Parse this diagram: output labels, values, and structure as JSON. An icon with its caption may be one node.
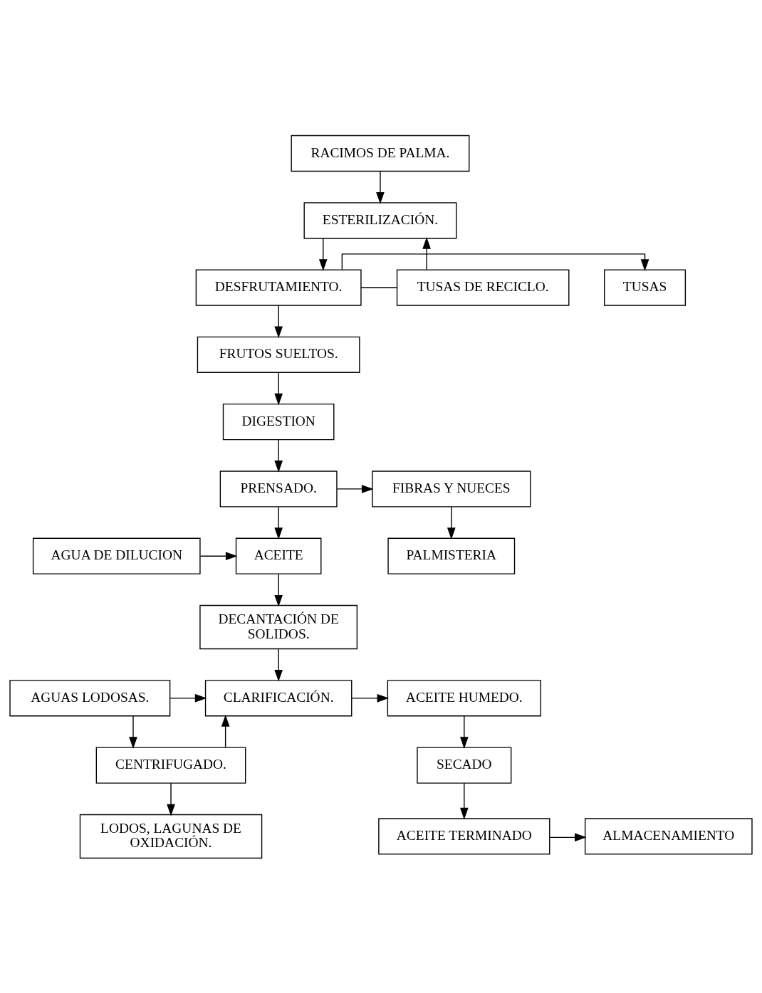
{
  "diagram": {
    "nodes": [
      {
        "text": [
          "RACIMOS DE PALMA."
        ]
      },
      {
        "text": [
          "ESTERILIZACIÓN."
        ]
      },
      {
        "text": [
          "TUSAS"
        ]
      },
      {
        "text": [
          "DESFRUTAMIENTO."
        ]
      },
      {
        "text": [
          "TUSAS DE RECICLO."
        ]
      },
      {
        "text": [
          "FRUTOS SUELTOS."
        ]
      },
      {
        "text": [
          "DIGESTION"
        ]
      },
      {
        "text": [
          "PRENSADO."
        ]
      },
      {
        "text": [
          "FIBRAS Y NUECES"
        ]
      },
      {
        "text": [
          "AGUA DE DILUCION"
        ]
      },
      {
        "text": [
          "ACEITE"
        ]
      },
      {
        "text": [
          "PALMISTERIA"
        ]
      },
      {
        "text": [
          "DECANTACIÓN DE SOLIDOS."
        ]
      },
      {
        "text": [
          "AGUAS LODOSAS."
        ]
      },
      {
        "text": [
          "CLARIFICACIÓN."
        ]
      },
      {
        "text": [
          "ACEITE HUMEDO."
        ]
      },
      {
        "text": [
          "CENTRIFUGADO."
        ]
      },
      {
        "text": [
          "SECADO"
        ]
      },
      {
        "text": [
          "LODOS, LAGUNAS DE OXIDACIÓN."
        ]
      },
      {
        "text": [
          "ALMACENAMIENTO"
        ]
      },
      {
        "text": [
          "ACEITE TERMINADO"
        ]
      }
    ],
    "edges": [
      {
        "from": 0,
        "to": 1,
        "arrow": "to"
      },
      {
        "from": 1,
        "to": 3,
        "arrow": "to"
      },
      {
        "from": 3,
        "to": 2,
        "arrow": "to"
      },
      {
        "from": 3,
        "to": 4,
        "arrow": "none"
      },
      {
        "from": 4,
        "to": 1,
        "arrow": "to"
      },
      {
        "from": 3,
        "to": 5,
        "arrow": "to"
      },
      {
        "from": 5,
        "to": 6,
        "arrow": "to"
      },
      {
        "from": 6,
        "to": 7,
        "arrow": "to"
      },
      {
        "from": 7,
        "to": 8,
        "arrow": "to"
      },
      {
        "from": 8,
        "to": 11,
        "arrow": "to"
      },
      {
        "from": 7,
        "to": 10,
        "arrow": "to"
      },
      {
        "from": 9,
        "to": 10,
        "arrow": "to"
      },
      {
        "from": 10,
        "to": 12,
        "arrow": "to"
      },
      {
        "from": 12,
        "to": 14,
        "arrow": "to"
      },
      {
        "from": 13,
        "to": 14,
        "arrow": "to"
      },
      {
        "from": 14,
        "to": 15,
        "arrow": "to"
      },
      {
        "from": 13,
        "to": 16,
        "arrow": "to"
      },
      {
        "from": 16,
        "to": 14,
        "arrow": "to"
      },
      {
        "from": 16,
        "to": 18,
        "arrow": "to"
      },
      {
        "from": 15,
        "to": 17,
        "arrow": "to"
      },
      {
        "from": 17,
        "to": 20,
        "arrow": "to"
      },
      {
        "from": 20,
        "to": 19,
        "arrow": "to"
      }
    ]
  }
}
